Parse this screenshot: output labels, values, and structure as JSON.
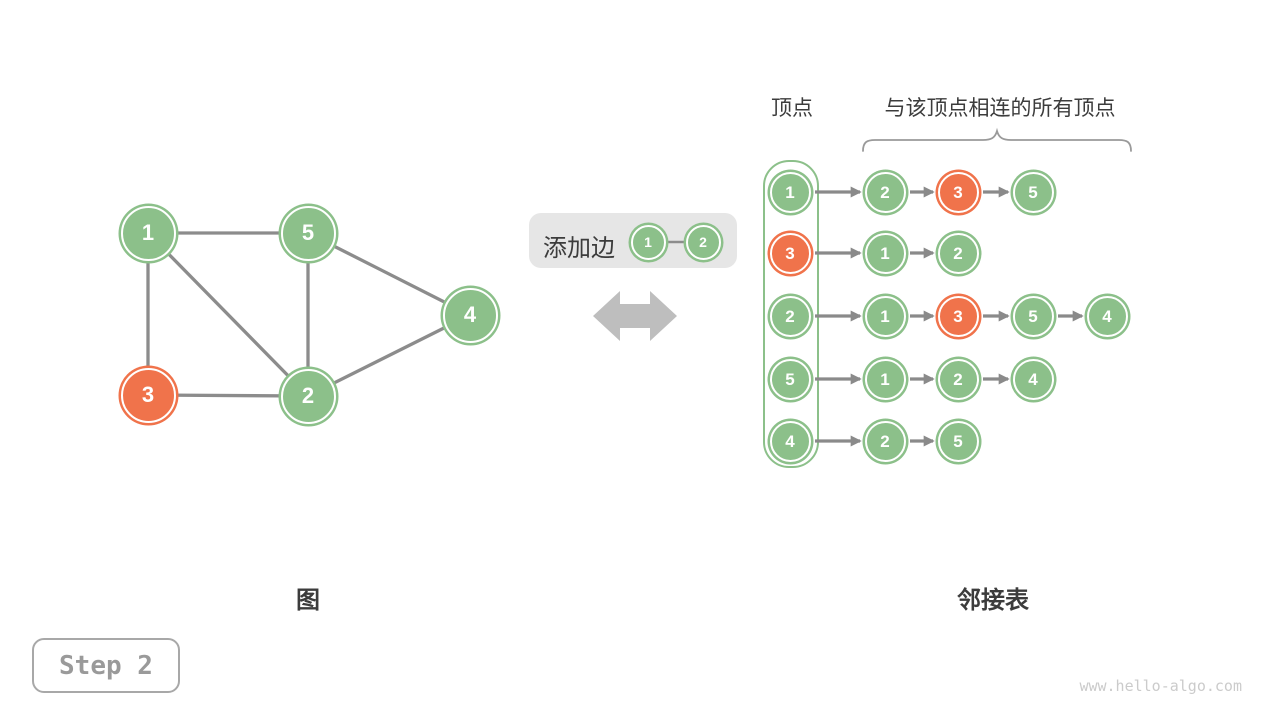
{
  "colors": {
    "green": "#8CC08A",
    "orange": "#F0734B",
    "edge_gray": "#8C8C8C",
    "arrow_gray": "#8A8A8A",
    "swap_arrow_gray": "#BEBEBE",
    "panel_gray": "#E6E6E6",
    "brace_gray": "#9A9A9A",
    "text_dark": "#3C3C3C"
  },
  "graph": {
    "caption": "图",
    "nodes": [
      {
        "id": "1",
        "color": "green"
      },
      {
        "id": "5",
        "color": "green"
      },
      {
        "id": "4",
        "color": "green"
      },
      {
        "id": "3",
        "color": "orange"
      },
      {
        "id": "2",
        "color": "green"
      }
    ],
    "edges": [
      [
        "1",
        "5"
      ],
      [
        "1",
        "3"
      ],
      [
        "1",
        "2"
      ],
      [
        "5",
        "2"
      ],
      [
        "5",
        "4"
      ],
      [
        "2",
        "4"
      ],
      [
        "3",
        "2"
      ]
    ]
  },
  "operation": {
    "label": "添加边",
    "edge": [
      {
        "id": "1",
        "color": "green"
      },
      {
        "id": "2",
        "color": "green"
      }
    ]
  },
  "adjacency_list": {
    "caption": "邻接表",
    "vertex_header": "顶点",
    "neighbors_header": "与该顶点相连的所有顶点",
    "rows": [
      {
        "vertex": {
          "id": "1",
          "color": "green"
        },
        "neighbors": [
          {
            "id": "2",
            "color": "green"
          },
          {
            "id": "3",
            "color": "orange"
          },
          {
            "id": "5",
            "color": "green"
          }
        ]
      },
      {
        "vertex": {
          "id": "3",
          "color": "orange"
        },
        "neighbors": [
          {
            "id": "1",
            "color": "green"
          },
          {
            "id": "2",
            "color": "green"
          }
        ]
      },
      {
        "vertex": {
          "id": "2",
          "color": "green"
        },
        "neighbors": [
          {
            "id": "1",
            "color": "green"
          },
          {
            "id": "3",
            "color": "orange"
          },
          {
            "id": "5",
            "color": "green"
          },
          {
            "id": "4",
            "color": "green"
          }
        ]
      },
      {
        "vertex": {
          "id": "5",
          "color": "green"
        },
        "neighbors": [
          {
            "id": "1",
            "color": "green"
          },
          {
            "id": "2",
            "color": "green"
          },
          {
            "id": "4",
            "color": "green"
          }
        ]
      },
      {
        "vertex": {
          "id": "4",
          "color": "green"
        },
        "neighbors": [
          {
            "id": "2",
            "color": "green"
          },
          {
            "id": "5",
            "color": "green"
          }
        ]
      }
    ]
  },
  "step_badge": "Step 2",
  "watermark": "www.hello-algo.com"
}
